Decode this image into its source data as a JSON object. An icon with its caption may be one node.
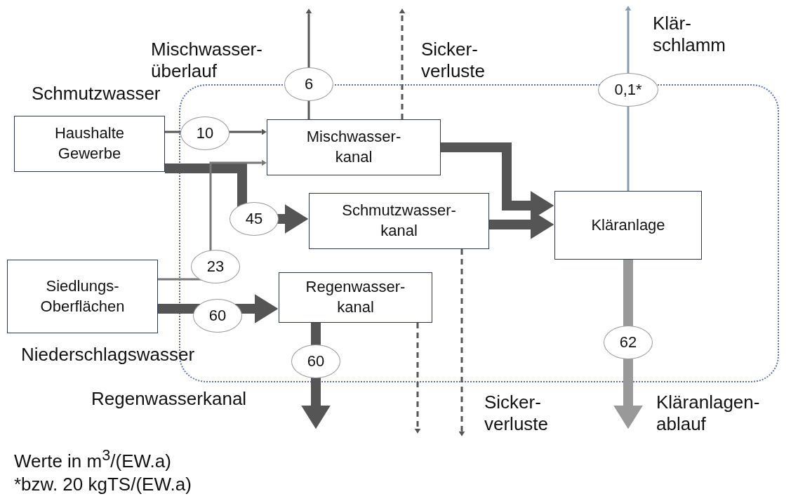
{
  "diagram": {
    "nodes": [
      {
        "text": [],
        "shape": "box"
      },
      {
        "text": [
          "Haushalte Gewerbe"
        ],
        "beside": [
          "Schmutzwasser"
        ]
      },
      {
        "text": [
          "Siedlungs- Oberflächen"
        ],
        "beside": [
          "Niederschlagswasser"
        ]
      },
      {
        "text": [
          "Mischwasser- kanal"
        ],
        "in": 0
      },
      {
        "text": [
          "Schmutzwasser- kanal"
        ],
        "in": 0
      },
      {
        "text": [
          "Regenwasser- kanal"
        ],
        "in": 0
      },
      {
        "text": [
          "Kläranlage"
        ],
        "in": 0
      }
    ],
    "edges": [
      {
        "from": 1,
        "to": 3,
        "label": "10",
        "arrow": "to"
      },
      {
        "from": 1,
        "to": 4,
        "label": "45",
        "arrow": "to",
        "style": "thick"
      },
      {
        "from": 2,
        "to": 3,
        "label": "23",
        "arrow": "to",
        "color": "#777777"
      },
      {
        "from": 2,
        "to": 5,
        "label": "60",
        "arrow": "to",
        "style": "thick"
      },
      {
        "from": 3,
        "to": 6,
        "arrow": "to",
        "style": "thick"
      },
      {
        "from": 4,
        "to": 6,
        "arrow": "to",
        "style": "thick"
      },
      {
        "from": 3,
        "to": null,
        "label": "6",
        "arrow": "to"
      },
      {
        "from": 3,
        "to": null,
        "arrow": "to",
        "style": "dashed"
      },
      {
        "from": 6,
        "to": null,
        "label": "0,1*",
        "arrow": "to",
        "color": "#8a9bb0"
      },
      {
        "from": 4,
        "to": null,
        "arrow": "to",
        "style": "dashed"
      },
      {
        "from": 5,
        "to": null,
        "label": "60",
        "arrow": "to",
        "style": "thick"
      },
      {
        "from": 5,
        "to": null,
        "arrow": "to",
        "style": "dashed"
      },
      {
        "from": 6,
        "to": null,
        "label": "62",
        "arrow": "to",
        "style": "thick",
        "color": "#999999"
      }
    ],
    "labels": [
      "Mischwasser- überlauf",
      "Sicker- verluste",
      "Klär- schlamm",
      "Regenwasserkanal",
      "Sicker- verluste",
      "Kläranlagen- ablauf",
      "Werte in m$^{3}$/(EW.a)",
      "*bzw. 20 kgTS/(EW.a)"
    ]
  }
}
